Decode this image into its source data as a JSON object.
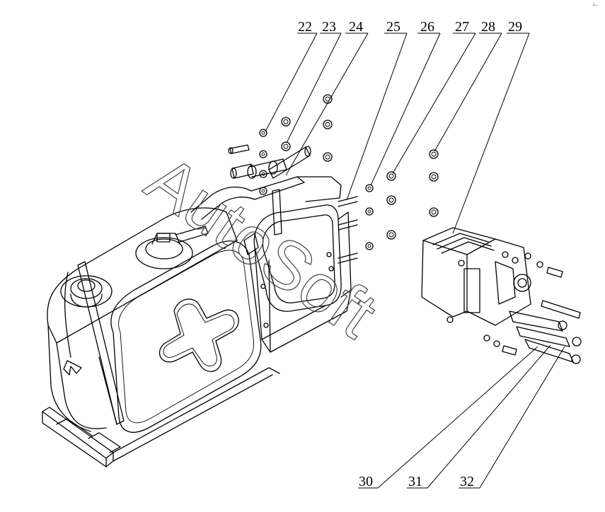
{
  "callouts": [
    "22",
    "23",
    "24",
    "25",
    "26",
    "27",
    "28",
    "29",
    "30",
    "31",
    "32"
  ],
  "watermark": "AutoSoft",
  "corner_mark": "r--"
}
